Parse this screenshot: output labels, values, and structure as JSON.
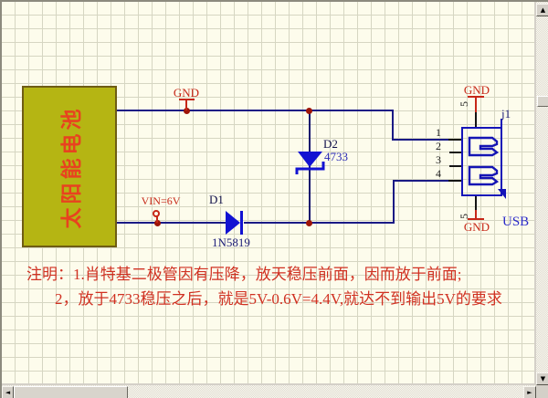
{
  "schematic": {
    "solar_cell": {
      "label": "太阳能电池"
    },
    "power_ports": {
      "gnd_top": "GND",
      "vin": "VIN=6V",
      "usb_gnd_top": "GND",
      "usb_gnd_bottom": "GND"
    },
    "d1": {
      "designator": "D1",
      "part": "1N5819"
    },
    "d2": {
      "designator": "D2",
      "part": "4733"
    },
    "usb": {
      "designator": "j1",
      "comment": "USB",
      "pin_numbers": [
        "1",
        "2",
        "3",
        "4"
      ],
      "pin5": "5"
    },
    "notes": {
      "line1": "注明：1.肖特基二极管因有压降，放天稳压前面，因而放于前面;",
      "line2": "2，放于4733稳压之后，就是5V-0.6V=4.4V,就达不到输出5V的要求"
    },
    "colors": {
      "background": "#fdfcec",
      "grid_line": "#d6d6c2",
      "wire_blue": "#1a1a85",
      "component_blue": "#1414c8",
      "power_red": "#c62717",
      "note_red": "#d03122",
      "junction_red": "#9e1408",
      "solar_fill": "#b5b513"
    }
  },
  "scrollbar_icons": {
    "up": "▲",
    "down": "▼",
    "left": "◄",
    "right": "►"
  }
}
